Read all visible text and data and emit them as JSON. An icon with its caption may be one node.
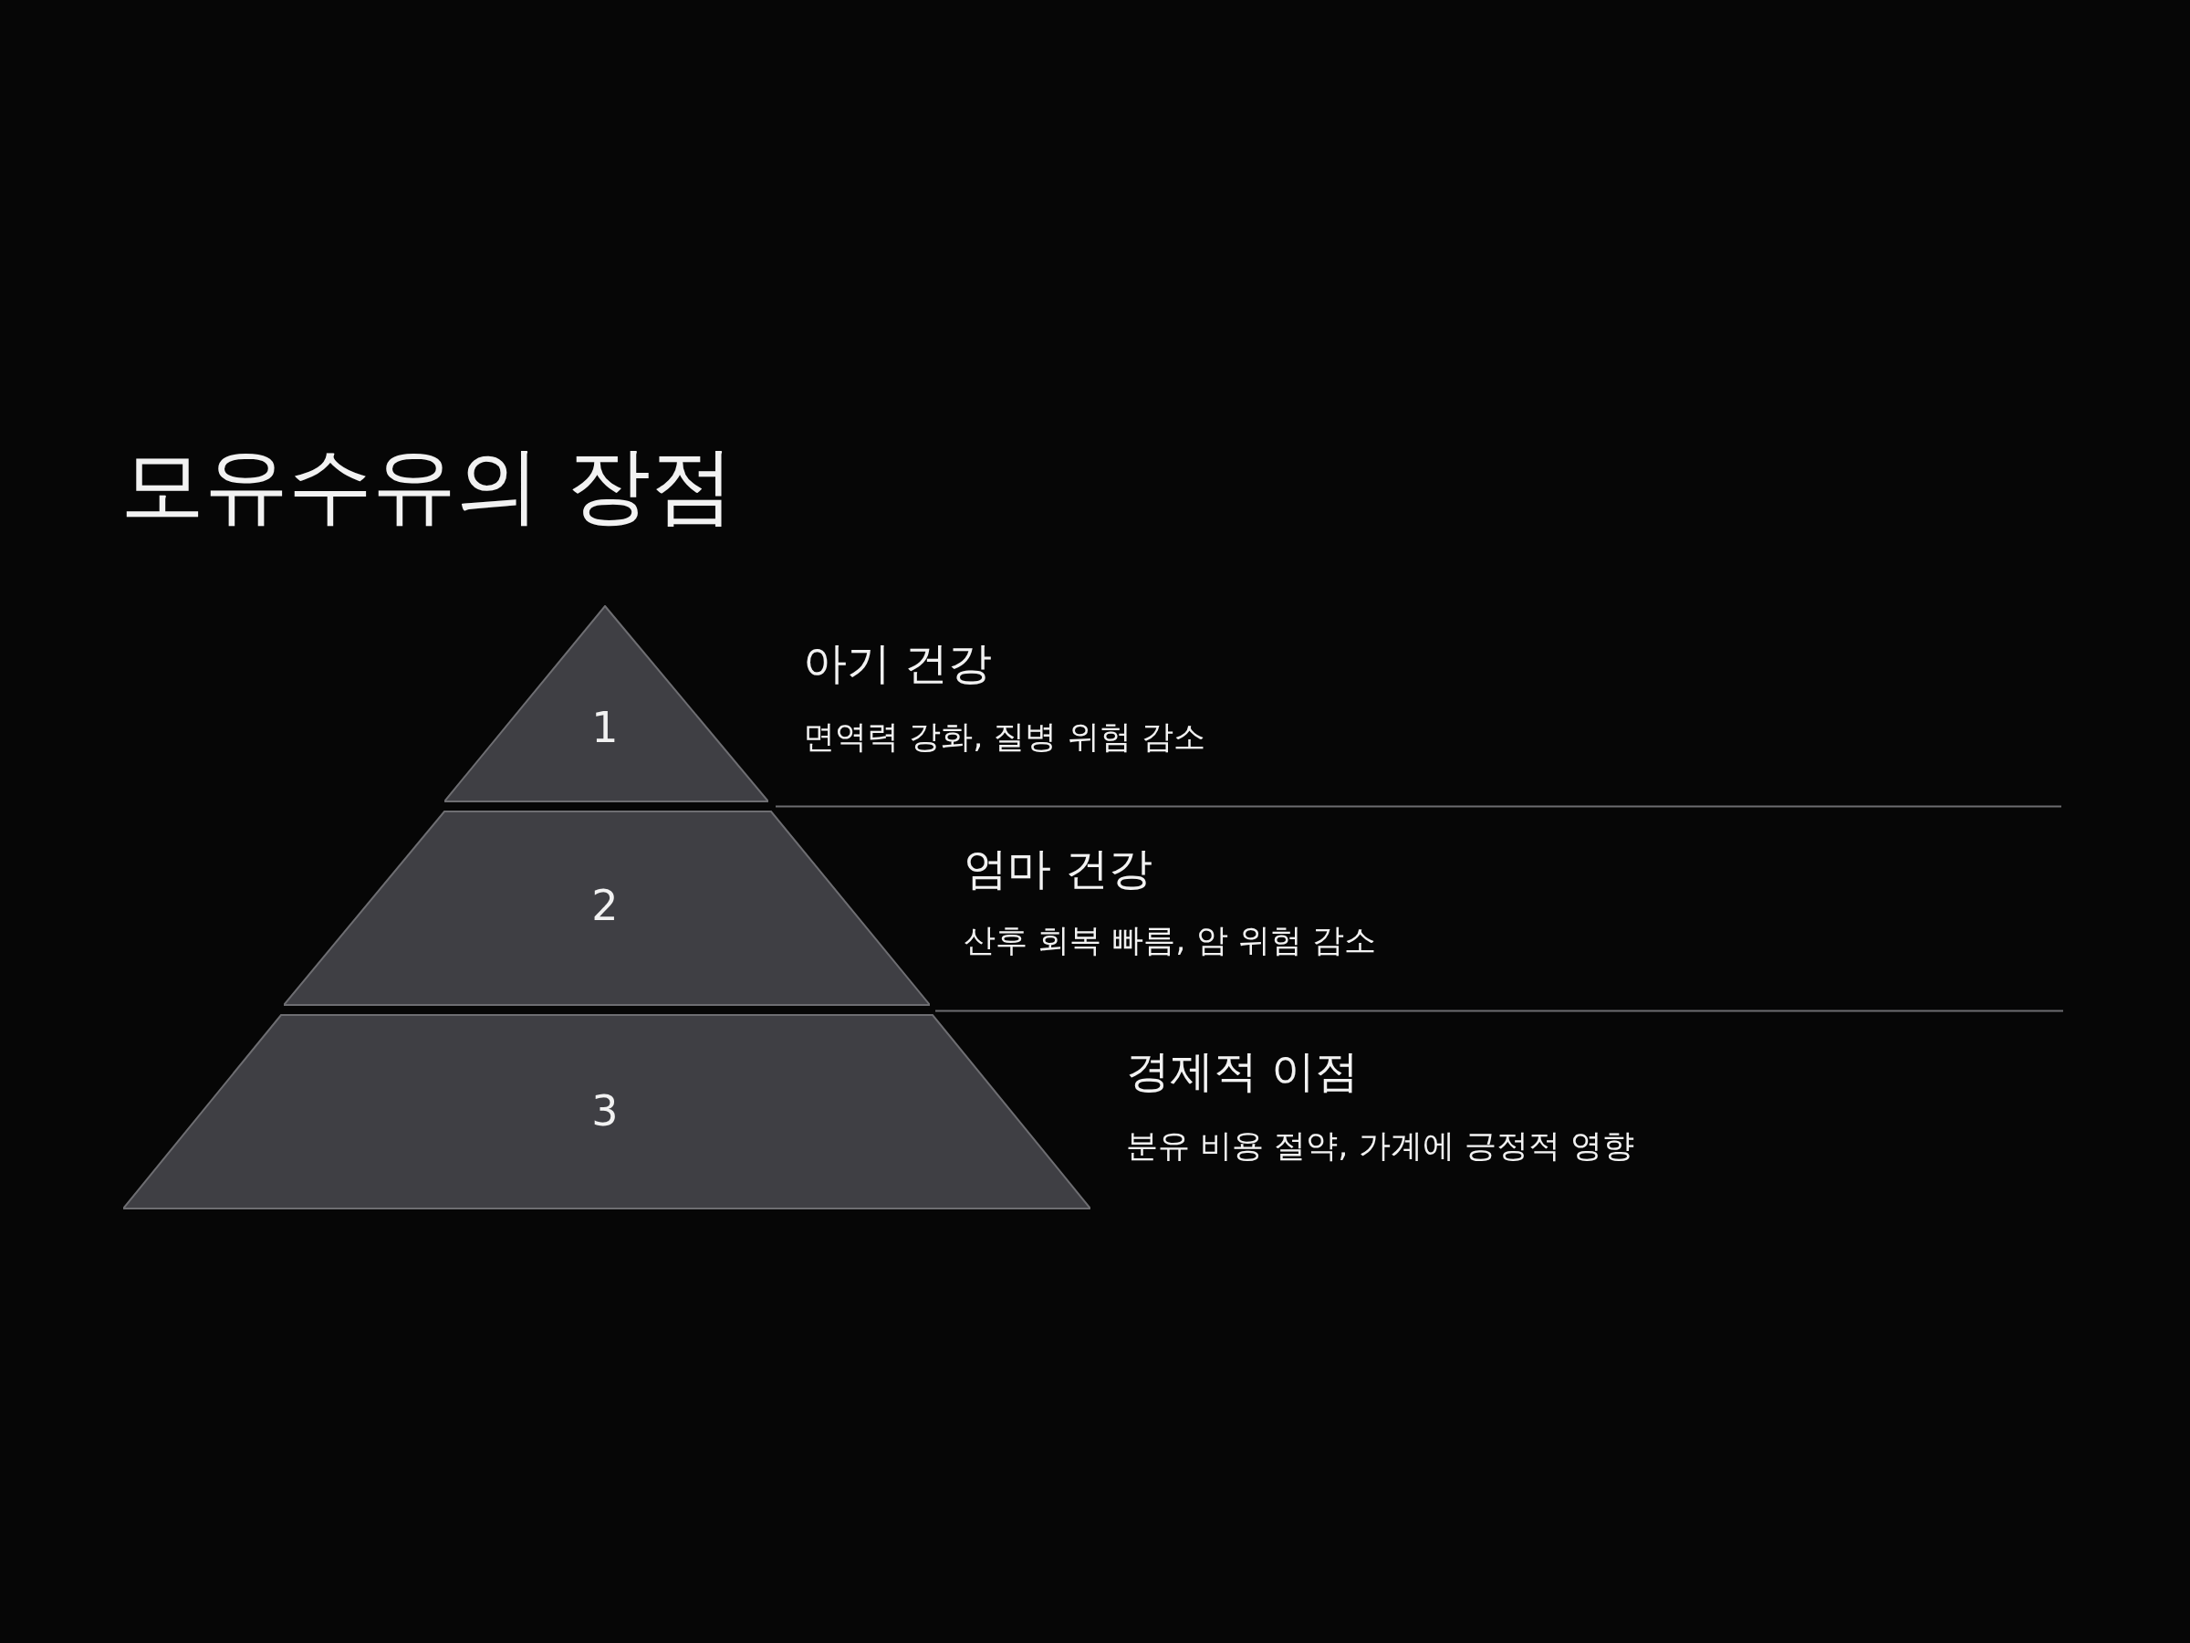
{
  "diagram": {
    "title": "모유수유의 장점",
    "nodes": [
      {
        "text": [
          "1"
        ],
        "beside": [
          "아기 건강",
          "면역력 강화, 질병 위험 감소"
        ]
      },
      {
        "text": [
          "2"
        ],
        "beside": [
          "엄마 건강",
          "산후 회복 빠름, 암 위험 감소"
        ]
      },
      {
        "text": [
          "3"
        ],
        "beside": [
          "경제적 이점",
          "분유 비용 절약, 가계에 긍정적 영향"
        ]
      }
    ]
  }
}
